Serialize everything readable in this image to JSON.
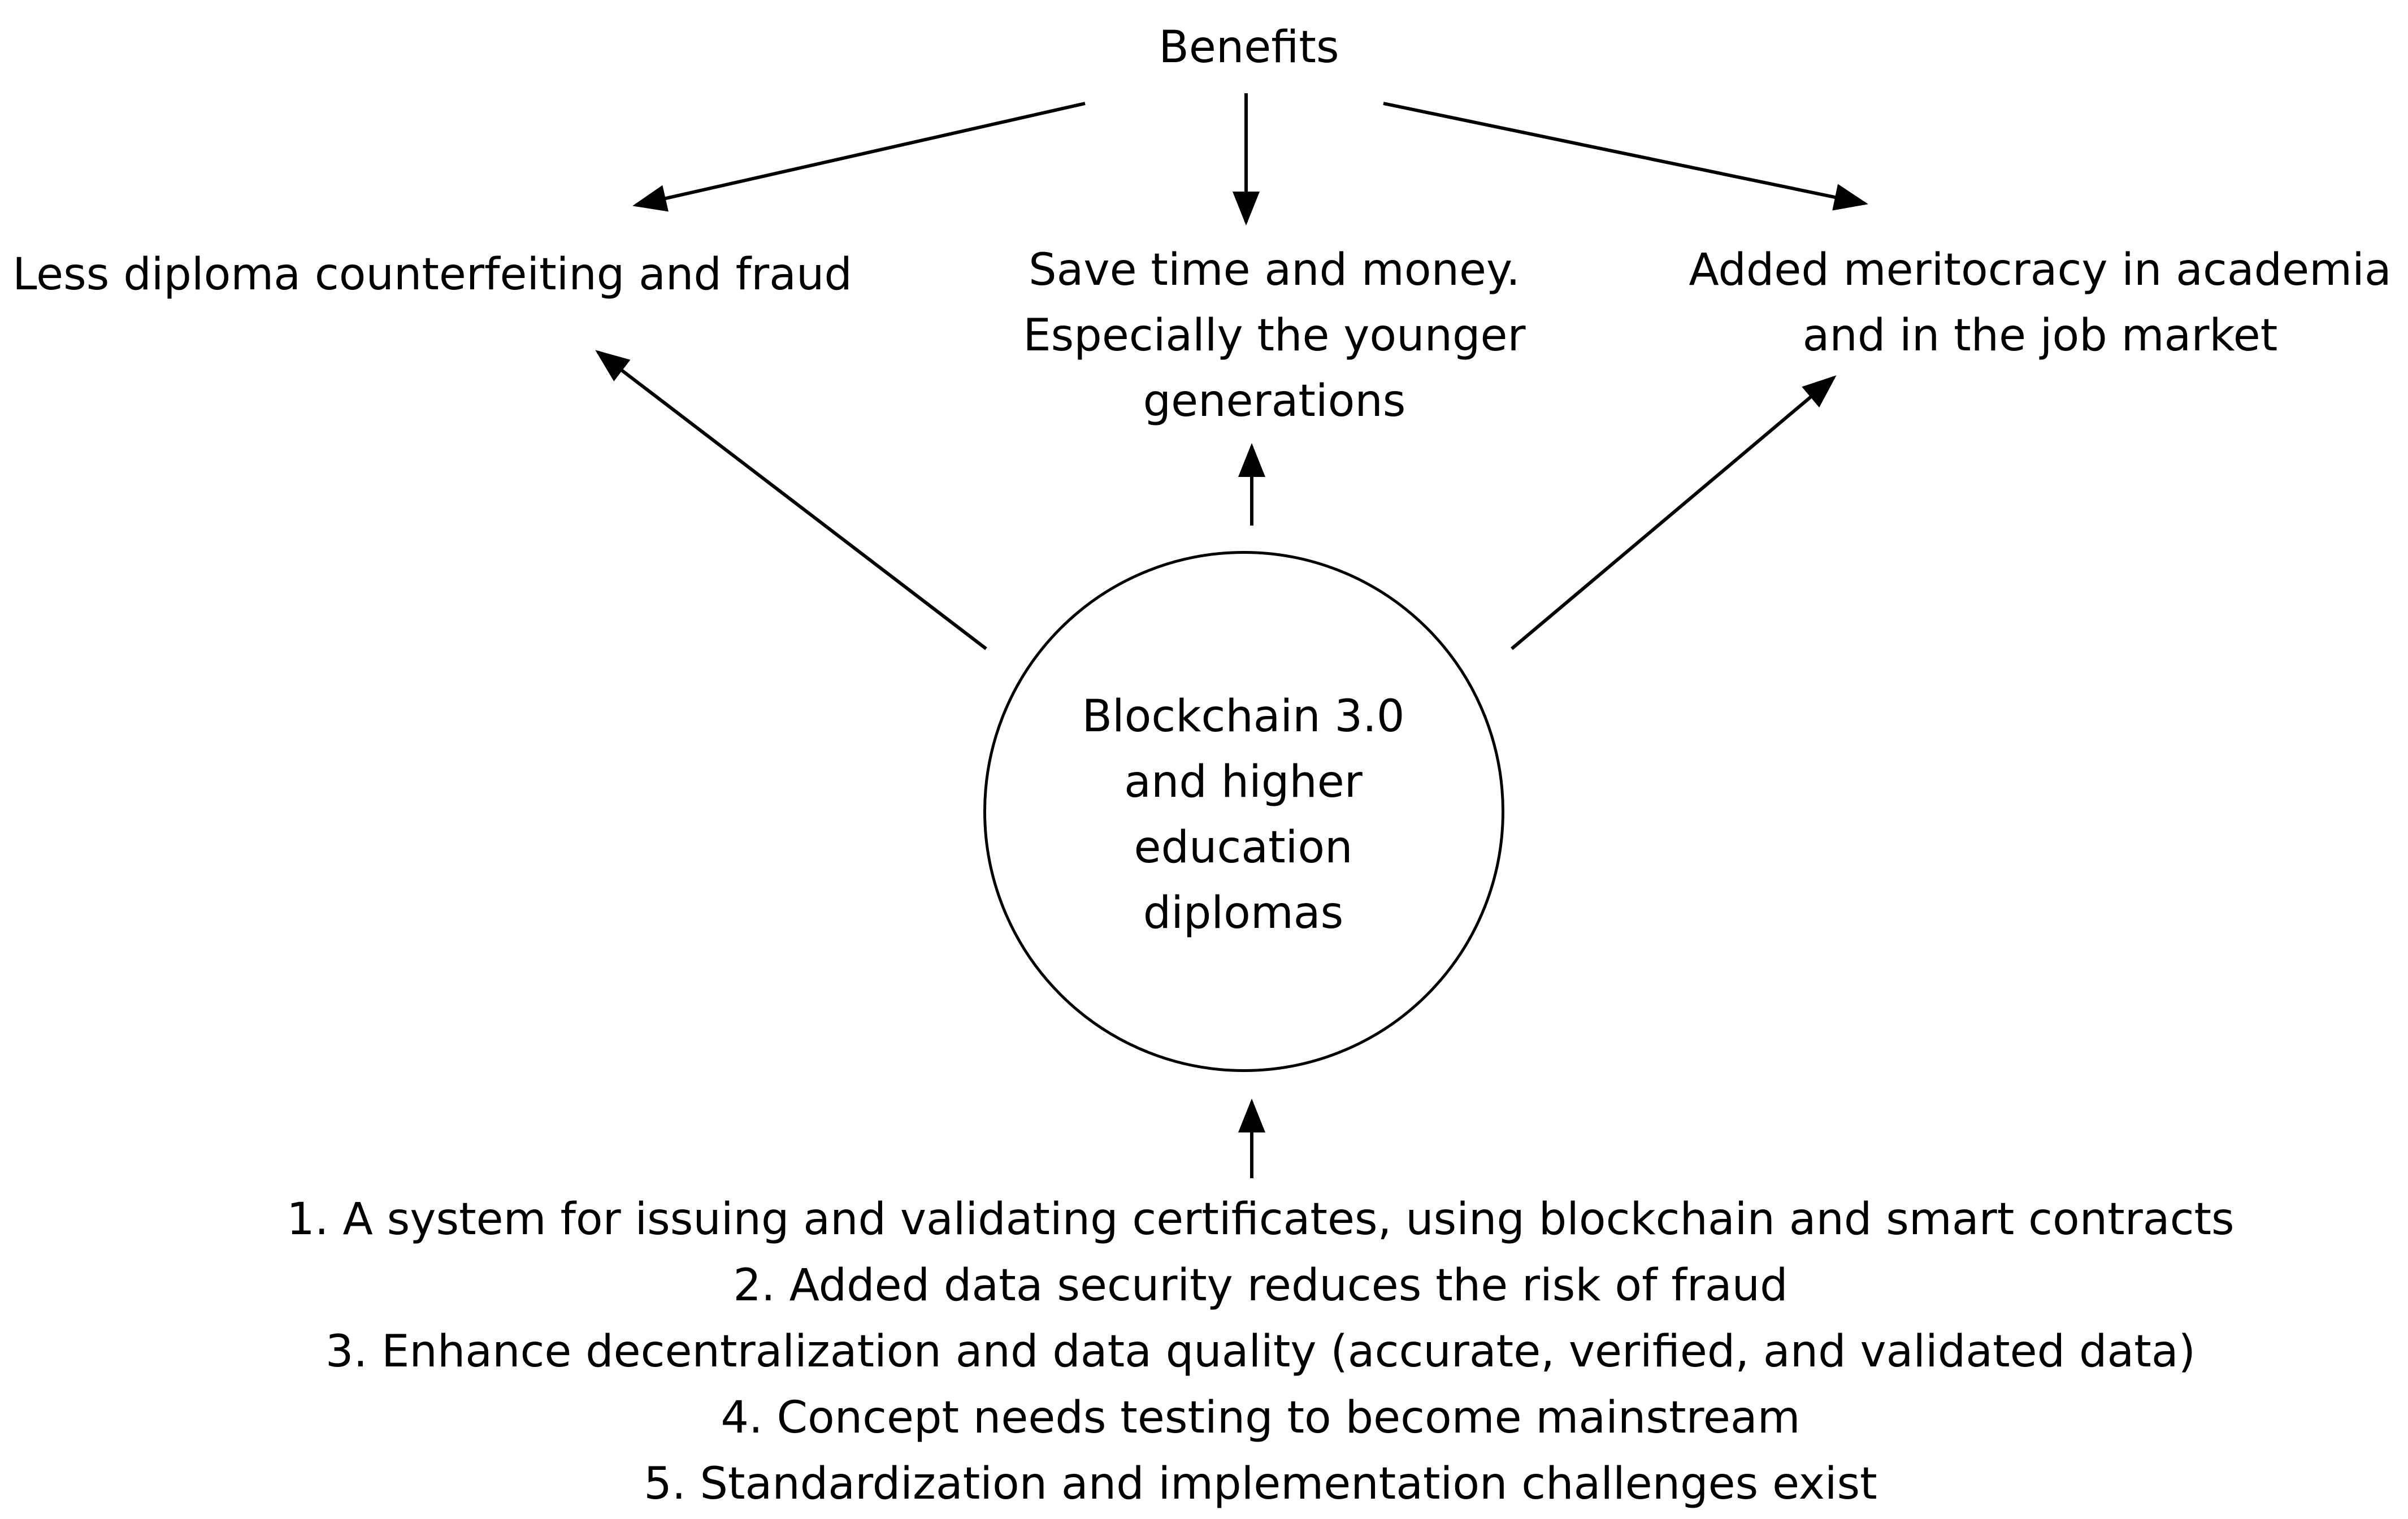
{
  "diagram": {
    "benefits_heading": "Benefits",
    "benefits": [
      "Less diploma counterfeiting and fraud",
      "Save time and money.\nEspecially the younger\ngenerations",
      "Added meritocracy in academia\nand in the job market"
    ],
    "hub": "Blockchain 3.0\nand higher\neducation\ndiplomas",
    "findings": [
      "1. A system for issuing and validating certificates, using blockchain and smart contracts",
      "2. Added data security reduces the risk of fraud",
      "3. Enhance decentralization and data quality (accurate, verified, and validated data)",
      "4. Concept needs testing to become mainstream",
      "5. Standardization and implementation challenges exist"
    ]
  }
}
